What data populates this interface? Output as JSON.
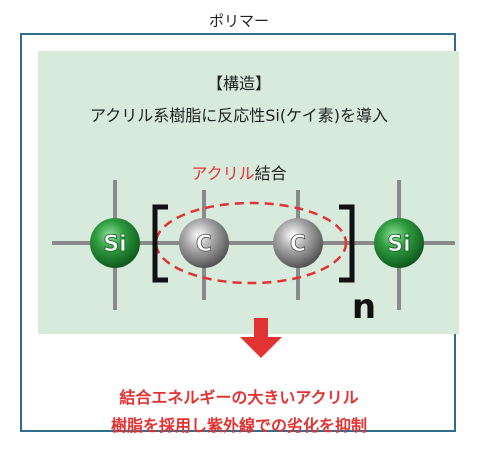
{
  "header": {
    "title": "ポリマー"
  },
  "diagram": {
    "structure_label": "【構造】",
    "structure_description": "アクリル系樹脂に反応性Si(ケイ素)を導入",
    "acrylic_label_colored": "アクリル",
    "acrylic_label_plain": "結合",
    "atoms": {
      "si": "Si",
      "c": "C"
    },
    "subscript": "n"
  },
  "result": {
    "line1": "結合エネルギーの大きいアクリル",
    "line2": "樹脂を採用し紫外線での劣化を抑制"
  },
  "colors": {
    "frame": "#2f6e8c",
    "panel": "#d7eadb",
    "accent_red": "#e23333",
    "si_green": "#2e9b3e",
    "carbon_gray": "#9a9a9a"
  }
}
